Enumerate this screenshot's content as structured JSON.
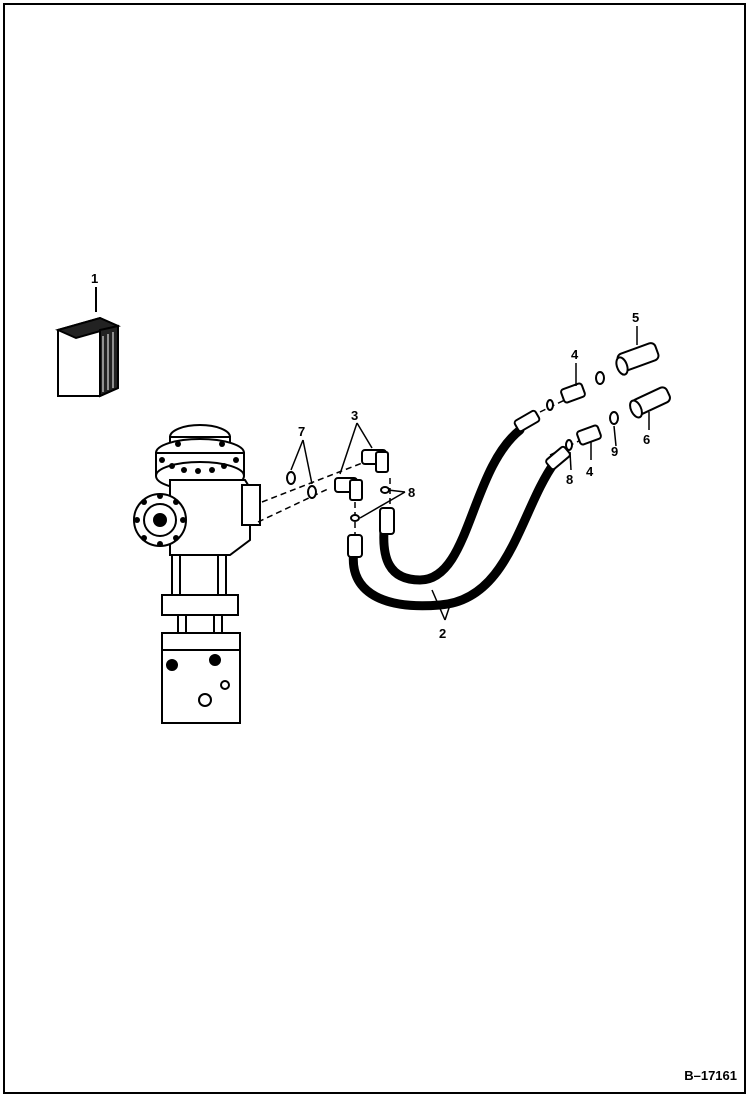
{
  "figure_id": "B–17161",
  "callouts": {
    "c1": "1",
    "c2": "2",
    "c3": "3",
    "c4a": "4",
    "c4b": "4",
    "c5": "5",
    "c6": "6",
    "c7": "7",
    "c8a": "8",
    "c8b": "8",
    "c9": "9"
  }
}
